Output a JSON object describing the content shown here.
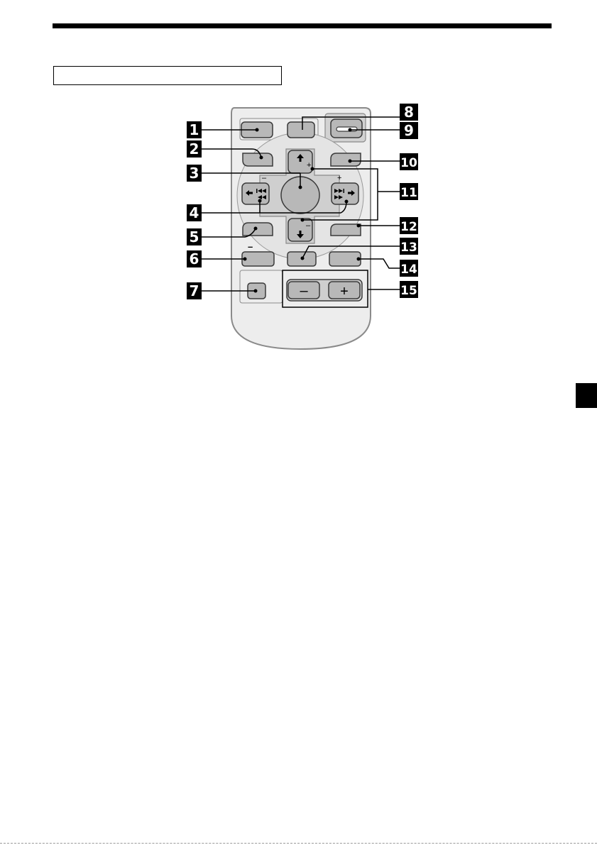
{
  "header": {
    "label_box_text": ""
  },
  "remote": {
    "buttons": [
      {
        "id": "1"
      },
      {
        "id": "2"
      },
      {
        "id": "3"
      },
      {
        "id": "4"
      },
      {
        "id": "5"
      },
      {
        "id": "6"
      },
      {
        "id": "7"
      },
      {
        "id": "8"
      },
      {
        "id": "9"
      },
      {
        "id": "10"
      },
      {
        "id": "11"
      },
      {
        "id": "12"
      },
      {
        "id": "13"
      },
      {
        "id": "14"
      },
      {
        "id": "15"
      }
    ],
    "small_labels": {
      "minus_left": "–",
      "plus_right": "+",
      "plus_up": "+",
      "minus_down": "–",
      "minus_row6": "–",
      "volume_minus": "–",
      "volume_plus": "+"
    }
  },
  "callouts": {
    "c1": "1",
    "c2": "2",
    "c3": "3",
    "c4": "4",
    "c5": "5",
    "c6": "6",
    "c7": "7",
    "c8": "8",
    "c9": "9",
    "c10": "10",
    "c11": "11",
    "c12": "12",
    "c13": "13",
    "c14": "14",
    "c15": "15"
  },
  "colors": {
    "body_fill": "#ededed",
    "button_fill": "#b8b8b8",
    "button_stroke": "#3a3a3a",
    "callout_fill": "#000000"
  }
}
